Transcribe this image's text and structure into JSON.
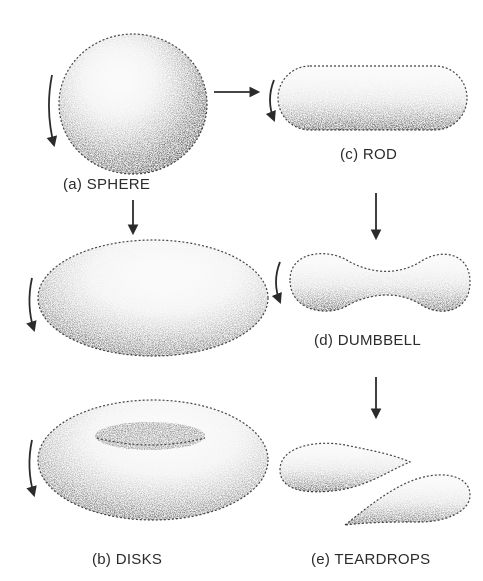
{
  "figure": {
    "shapes": [
      {
        "id": "sphere",
        "label": "(a) SPHERE"
      },
      {
        "id": "disks",
        "label": "(b) DISKS"
      },
      {
        "id": "rod",
        "label": "(c) ROD"
      },
      {
        "id": "dumbbell",
        "label": "(d) DUMBBELL"
      },
      {
        "id": "teardrops",
        "label": "(e) TEARDROPS"
      }
    ],
    "colors": {
      "ink": "#2b2b2b",
      "shade": "#555555",
      "paper": "#ffffff"
    }
  }
}
